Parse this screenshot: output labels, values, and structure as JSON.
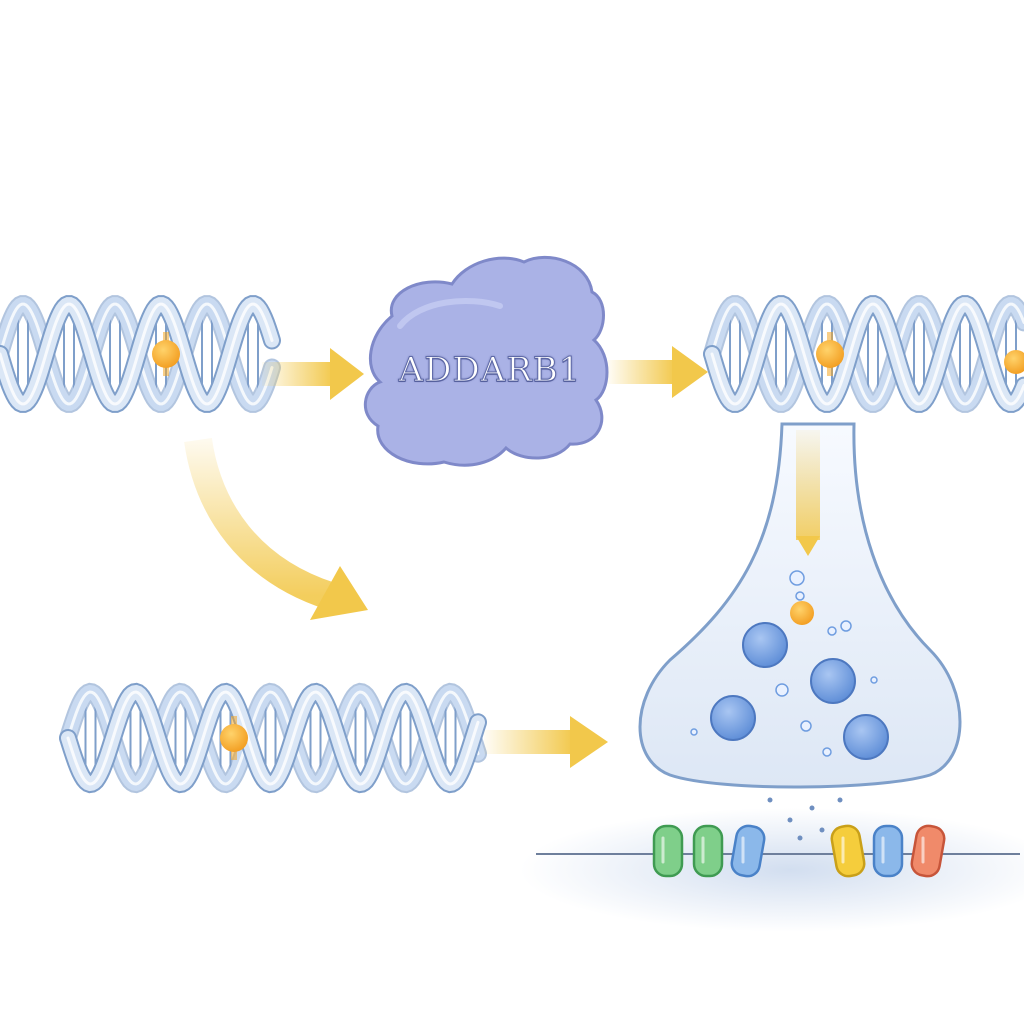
{
  "enzyme": {
    "label": "ADDARB1",
    "icon": "enzyme-blob-icon"
  },
  "colors": {
    "helix_stroke": "#7f9fca",
    "helix_fill": "#dbe7f6",
    "edit_site": "#f4a623",
    "arrow": "#f2c84b",
    "enzyme_fill": "#aab2e6",
    "enzyme_stroke": "#7f89c9",
    "terminal_fill": "#e8eff9",
    "vesicle": "#6f9de0",
    "receptor_green": "#7fcf8a",
    "receptor_blue": "#8bb8ea",
    "receptor_yellow": "#f5cd3c",
    "receptor_red": "#f08a6a"
  },
  "elements": [
    "dna-helix-unedited-top",
    "arrow-to-enzyme",
    "enzyme",
    "arrow-to-edited",
    "dna-helix-edited-top",
    "curved-arrow-down",
    "dna-helix-bottom",
    "arrow-to-synapse",
    "presynaptic-terminal",
    "synaptic-vesicles",
    "postsynaptic-membrane",
    "receptors"
  ]
}
